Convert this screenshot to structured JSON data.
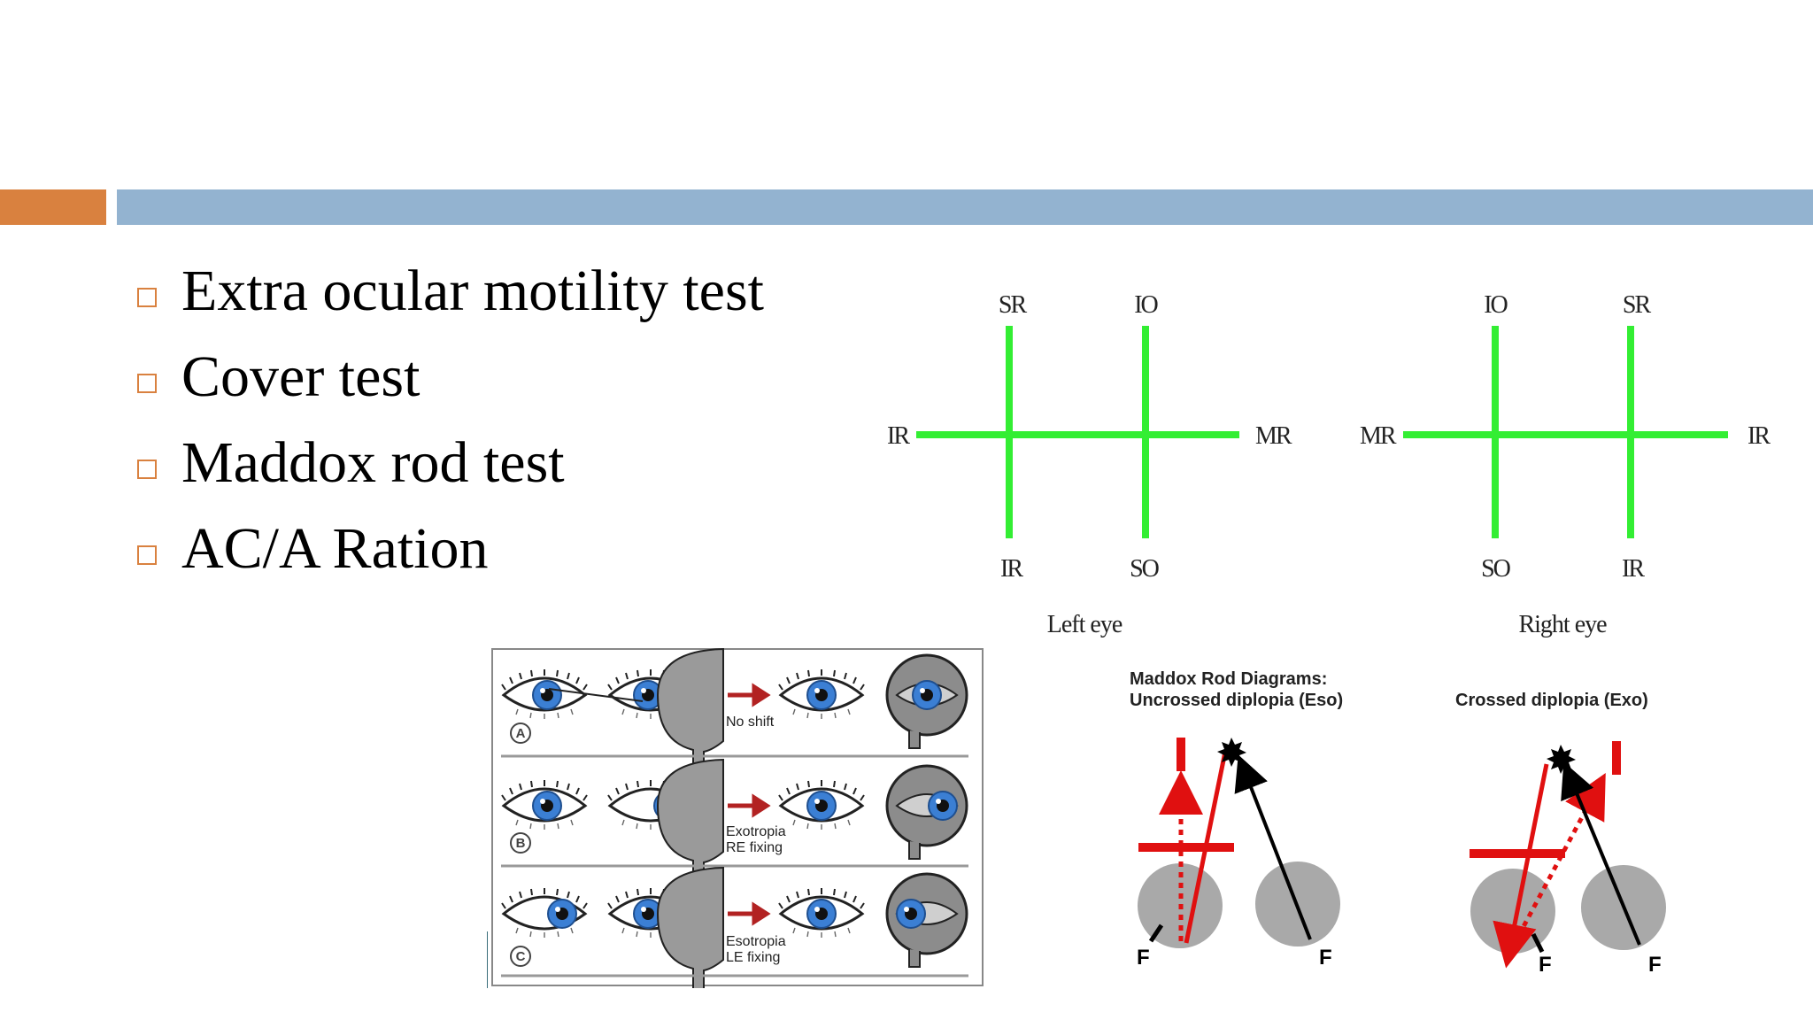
{
  "bullets": [
    "Extra ocular motility test",
    "Cover test",
    "Maddox rod test",
    "AC/A Ration"
  ],
  "motility": {
    "left_eye": {
      "caption": "Left eye",
      "top_labels": [
        "SR",
        "IO"
      ],
      "bottom_labels": [
        "IR",
        "SO"
      ],
      "left_label": "IR",
      "right_label": "MR"
    },
    "right_eye": {
      "caption": "Right eye",
      "top_labels": [
        "IO",
        "SR"
      ],
      "bottom_labels": [
        "SO",
        "IR"
      ],
      "left_label": "MR",
      "right_label": "IR"
    },
    "line_color": "#33ee33"
  },
  "cover_test": {
    "rows": [
      {
        "letter": "A",
        "text": "No shift"
      },
      {
        "letter": "B",
        "text": "Exotropia RE fixing"
      },
      {
        "letter": "C",
        "text": "Esotropia LE fixing"
      }
    ],
    "iris_color": "#3b7fd4",
    "arrow_color": "#b22222"
  },
  "maddox": {
    "title_line1": "Maddox Rod Diagrams:",
    "uncrossed": "Uncrossed diplopia (Eso)",
    "crossed": "Crossed diplopia (Exo)",
    "fixation_label": "F",
    "red": "#e01010"
  }
}
